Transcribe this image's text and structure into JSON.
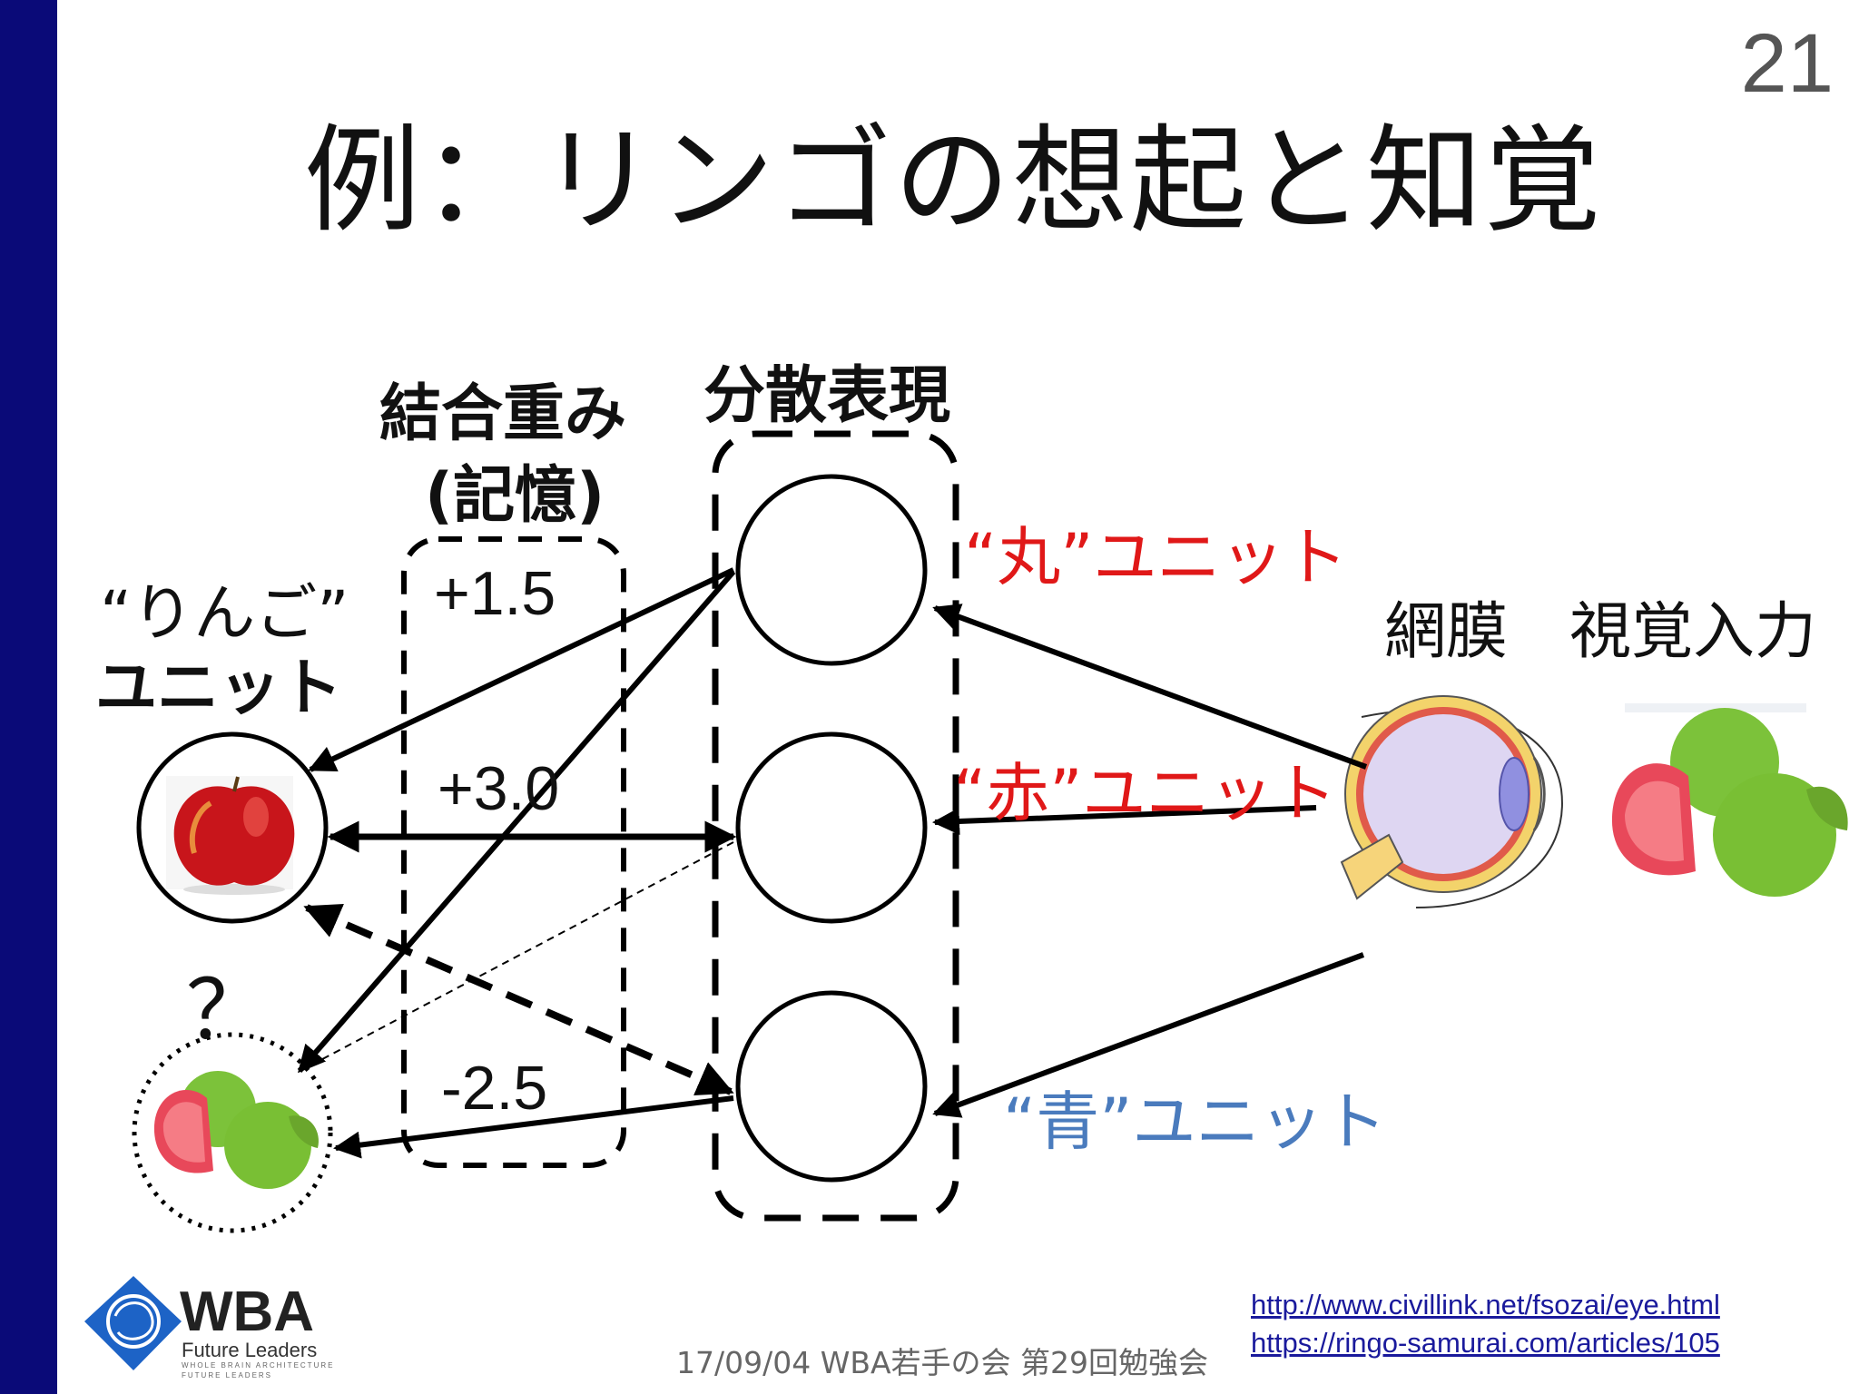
{
  "slide": {
    "number": "21",
    "title": "例：リンゴの想起と知覚"
  },
  "labels": {
    "weights_header_line1": "結合重み",
    "weights_header_line2": "(記憶)",
    "distributed_header": "分散表現",
    "apple_unit_line1": "“りんご”",
    "apple_unit_line2": "ユニット",
    "retina_input": "網膜　視覚入力",
    "question_mark": "？"
  },
  "units": {
    "round": "“丸”ユニット",
    "red": "“赤”ユニット",
    "blue": "“青”ユニット"
  },
  "weights": {
    "w1": "+1.5",
    "w2": "+3.0",
    "w3": "-2.5"
  },
  "footer": {
    "text": "17/09/04 WBA若手の会 第29回勉強会"
  },
  "sources": {
    "url1": "http://www.civillink.net/fsozai/eye.html",
    "url2": "https://ringo-samurai.com/articles/105"
  },
  "logo": {
    "name": "WBA",
    "tagline": "Future Leaders",
    "subline1": "WHOLE BRAIN ARCHITECTURE",
    "subline2": "FUTURE LEADERS"
  },
  "colors": {
    "sidebar": "#0a0a78",
    "unit_red": "#e01818",
    "unit_blue": "#4a7bbd",
    "link": "#1a1a9c"
  }
}
